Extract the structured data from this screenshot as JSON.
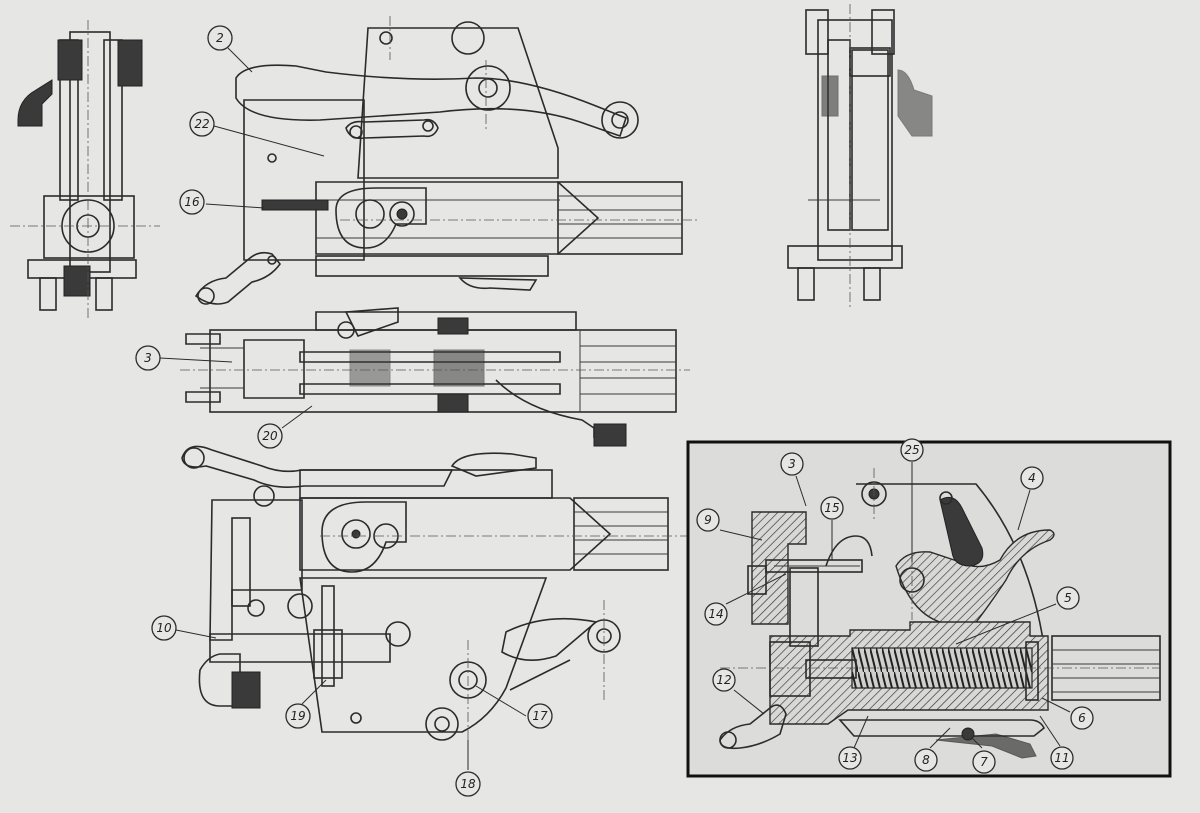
{
  "diagram": {
    "main_callouts": [
      "2",
      "22",
      "16",
      "3",
      "20",
      "10",
      "19",
      "17",
      "18"
    ],
    "inset_callouts": [
      "3",
      "25",
      "4",
      "9",
      "15",
      "14",
      "5",
      "12",
      "6",
      "13",
      "8",
      "7",
      "11"
    ]
  }
}
